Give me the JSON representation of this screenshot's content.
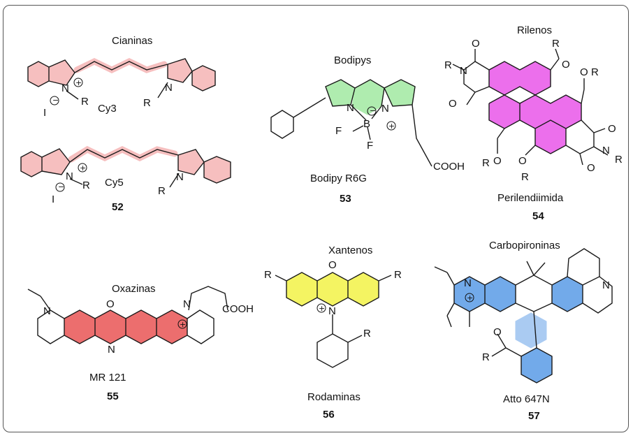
{
  "colors": {
    "cyanine": "#f08c8c",
    "bodipy": "#7be07b",
    "rylene": "#e84ce8",
    "oxazine": "#e84a4a",
    "xanthene": "#f2f23c",
    "carbopyronine": "#4f95e6"
  },
  "cyanines": {
    "title": "Cianinas",
    "cy3_label": "Cy3",
    "cy5_label": "Cy5",
    "number": "52",
    "atoms": {
      "n": "N",
      "r": "R",
      "i": "I"
    }
  },
  "bodipys": {
    "title": "Bodipys",
    "name": "Bodipy R6G",
    "number": "53",
    "atoms": {
      "n": "N",
      "b": "B",
      "f": "F",
      "cooh": "COOH"
    }
  },
  "rylenes": {
    "title": "Rilenos",
    "name": "Perilendiimida",
    "number": "54",
    "atoms": {
      "n": "N",
      "o": "O",
      "r": "R"
    }
  },
  "oxazines": {
    "title": "Oxazinas",
    "name": "MR 121",
    "number": "55",
    "atoms": {
      "n": "N",
      "o": "O",
      "cooh": "COOH"
    }
  },
  "xanthenes": {
    "title": "Xantenos",
    "name": "Rodaminas",
    "number": "56",
    "atoms": {
      "n": "N",
      "o": "O",
      "r": "R"
    }
  },
  "carbopyronines": {
    "title": "Carbopironinas",
    "name": "Atto 647N",
    "number": "57",
    "atoms": {
      "n": "N",
      "o": "O",
      "r": "R"
    }
  }
}
